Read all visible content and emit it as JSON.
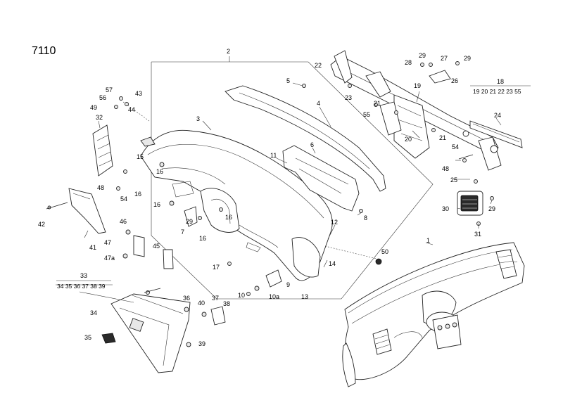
{
  "diagram_id": "7110",
  "callouts": {
    "c1": "1",
    "c2": "2",
    "c3": "3",
    "c4": "4",
    "c5": "5",
    "c6": "6",
    "c7": "7",
    "c8": "8",
    "c9": "9",
    "c10": "10",
    "c10a": "10a",
    "c11": "11",
    "c12": "12",
    "c13": "13",
    "c14": "14",
    "c15": "15",
    "c16a": "16",
    "c16b": "16",
    "c16c": "16",
    "c16d": "16",
    "c16e": "16",
    "c17": "17",
    "c18": "18",
    "c19": "19",
    "c20": "20",
    "c21a": "21",
    "c21b": "21",
    "c22": "22",
    "c23": "23",
    "c24": "24",
    "c25": "25",
    "c26": "26",
    "c27": "27",
    "c28": "28",
    "c29a": "29",
    "c29b": "29",
    "c29c": "29",
    "c29d": "29",
    "c30": "30",
    "c31": "31",
    "c32": "32",
    "c33": "33",
    "c34": "34",
    "c35": "35",
    "c36": "36",
    "c37": "37",
    "c38": "38",
    "c39": "39",
    "c40": "40",
    "c41": "41",
    "c42": "42",
    "c43": "43",
    "c44": "44",
    "c45": "45",
    "c46": "46",
    "c47": "47",
    "c47a": "47a",
    "c48a": "48",
    "c48b": "48",
    "c49": "49",
    "c50": "50",
    "c54a": "54",
    "c54b": "54",
    "c55": "55",
    "c56": "56",
    "c57": "57"
  },
  "groups": {
    "g18": "19 20 21 22 23 55",
    "g33": "34 35 36 37 38 39"
  }
}
